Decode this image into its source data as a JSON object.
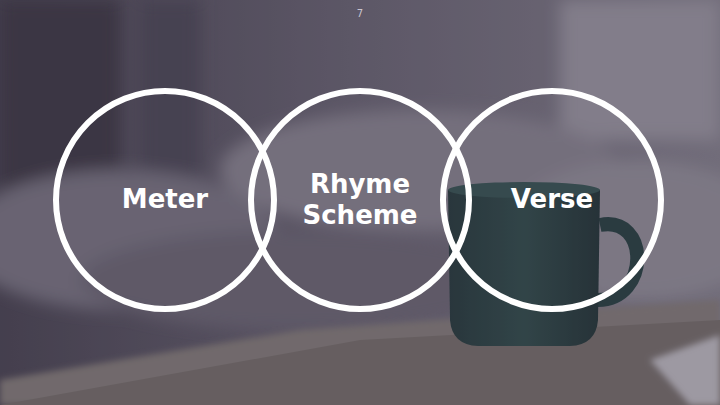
{
  "diagram": {
    "nodes": [
      {
        "text": [
          "Meter"
        ]
      },
      {
        "text": [
          "Rhyme Scheme"
        ]
      },
      {
        "text": [
          "Verse"
        ]
      }
    ],
    "labels": [
      "7"
    ]
  }
}
